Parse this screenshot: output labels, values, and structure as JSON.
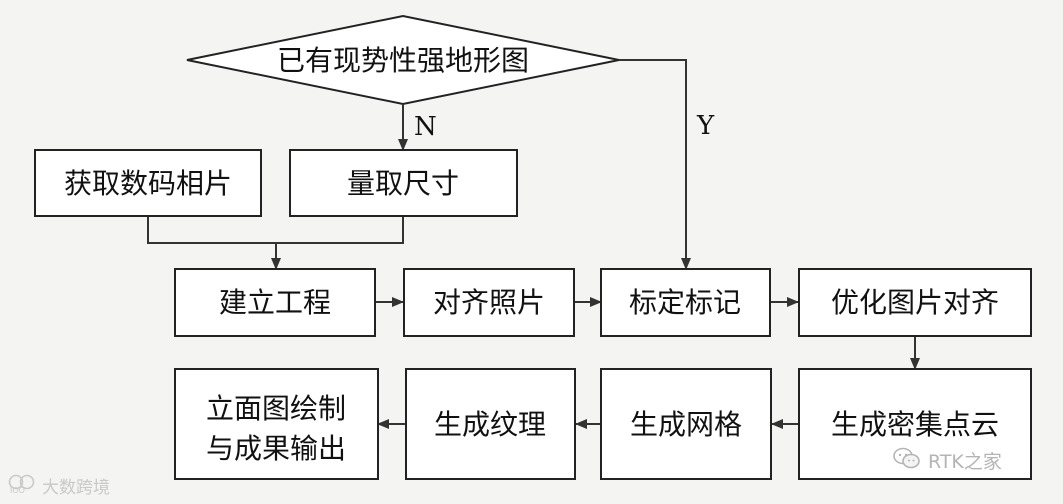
{
  "decision": {
    "label": "已有现势性强地形图",
    "no_label": "N",
    "yes_label": "Y"
  },
  "nodes": {
    "get_photos": "获取数码相片",
    "measure": "量取尺寸",
    "build_project": "建立工程",
    "align_photos": "对齐照片",
    "calibrate_mark": "标定标记",
    "optimize_align": "优化图片对齐",
    "dense_cloud": "生成密集点云",
    "mesh": "生成网格",
    "texture": "生成纹理",
    "elevation_line1": "立面图绘制",
    "elevation_line2": "与成果输出"
  },
  "watermarks": {
    "left": "大数跨境",
    "right": "RTK之家"
  }
}
